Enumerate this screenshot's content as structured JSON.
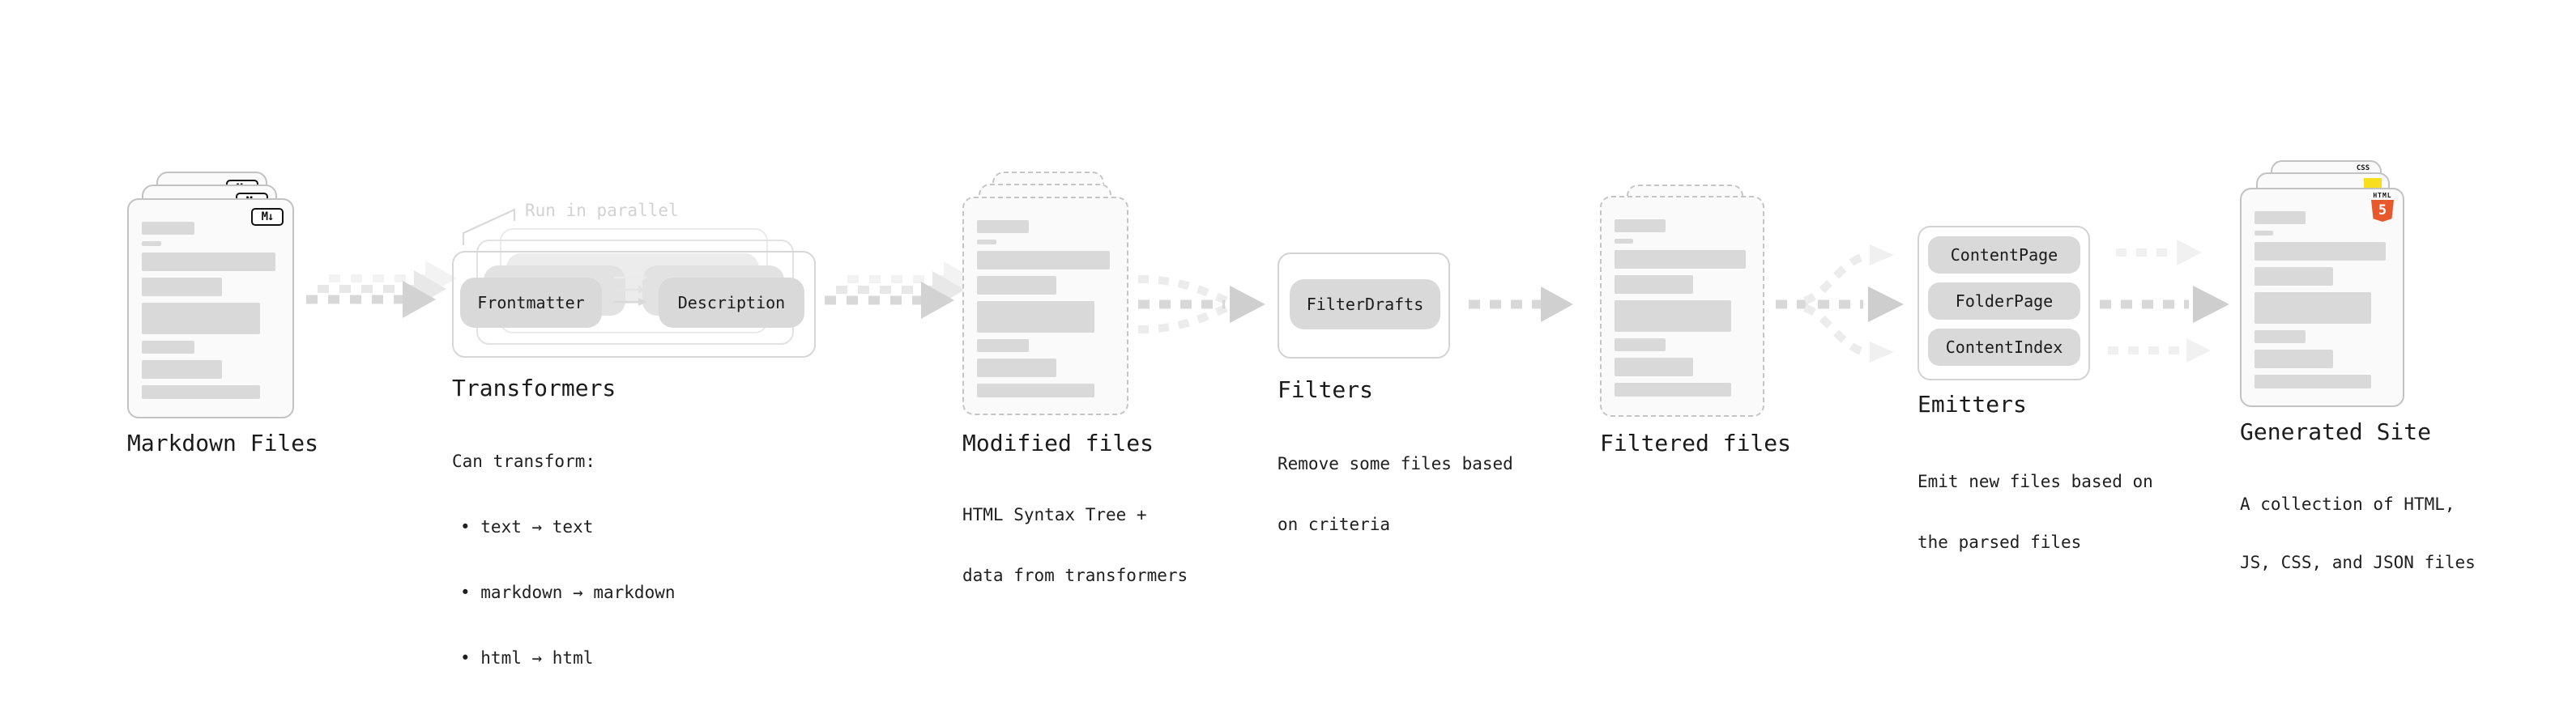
{
  "diagram": {
    "stages": {
      "markdown": {
        "title": "Markdown Files",
        "badge": "M↓"
      },
      "transformers": {
        "title": "Transformers",
        "annotation": "Run in parallel",
        "pills": {
          "left": "Frontmatter",
          "right": "Description"
        },
        "body": [
          "Can transform:",
          "• text → text",
          "• markdown → markdown",
          "• html → html"
        ]
      },
      "modified": {
        "title": "Modified files",
        "body": [
          "HTML Syntax Tree +",
          "data from transformers"
        ]
      },
      "filters": {
        "title": "Filters",
        "pill": "FilterDrafts",
        "body": [
          "Remove some files based",
          "on criteria"
        ]
      },
      "filtered": {
        "title": "Filtered files"
      },
      "emitters": {
        "title": "Emitters",
        "pills": [
          "ContentPage",
          "FolderPage",
          "ContentIndex"
        ],
        "body": [
          "Emit new files based on",
          "the parsed files"
        ]
      },
      "generated": {
        "title": "Generated Site",
        "badges": {
          "css": "CSS",
          "html": "HTML",
          "five": "5"
        },
        "body": [
          "A collection of HTML,",
          "JS, CSS, and JSON files"
        ]
      }
    },
    "colors": {
      "html5_orange": "#e8582d",
      "js_yellow": "#f7df1e",
      "css_blue": "#2b63e8",
      "placeholder_gray": "#d9d9d9",
      "arrow_gray": "#d2d2d2",
      "annotation_gray": "#d2d2d2"
    }
  }
}
